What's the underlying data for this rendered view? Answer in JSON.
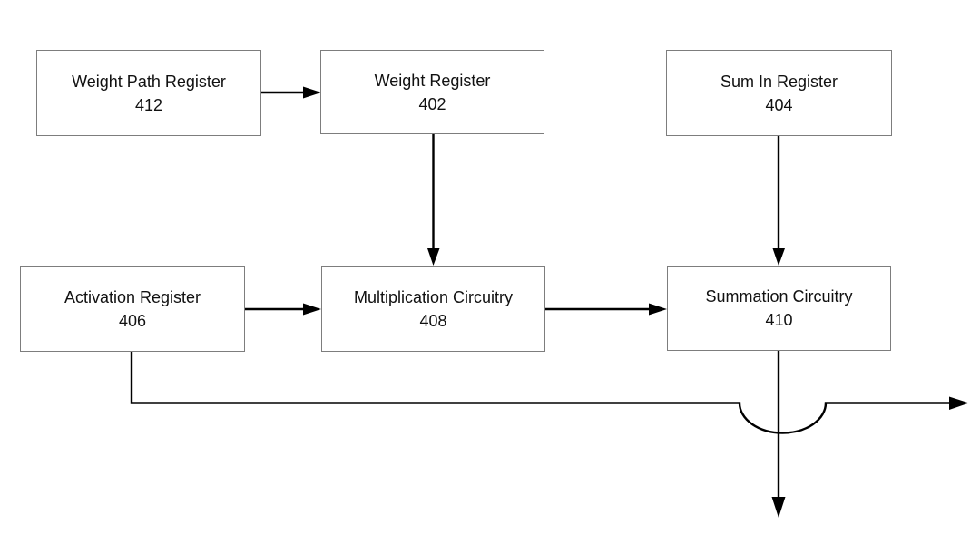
{
  "diagram": {
    "type": "block-diagram",
    "background_color": "#ffffff",
    "box_border_color": "#7d7d7d",
    "line_color": "#000000",
    "text_color": "#111111",
    "nodes": [
      {
        "id": "weight-path-register",
        "label": "Weight Path Register",
        "ref": "412"
      },
      {
        "id": "weight-register",
        "label": "Weight Register",
        "ref": "402"
      },
      {
        "id": "sum-in-register",
        "label": "Sum In Register",
        "ref": "404"
      },
      {
        "id": "activation-register",
        "label": "Activation Register",
        "ref": "406"
      },
      {
        "id": "multiplication-circuitry",
        "label": "Multiplication Circuitry",
        "ref": "408"
      },
      {
        "id": "summation-circuitry",
        "label": "Summation Circuitry",
        "ref": "410"
      }
    ],
    "edges": [
      {
        "from": "weight-path-register",
        "to": "weight-register",
        "style": "arrow-right"
      },
      {
        "from": "weight-register",
        "to": "multiplication-circuitry",
        "style": "arrow-down"
      },
      {
        "from": "sum-in-register",
        "to": "summation-circuitry",
        "style": "arrow-down"
      },
      {
        "from": "activation-register",
        "to": "multiplication-circuitry",
        "style": "arrow-right"
      },
      {
        "from": "multiplication-circuitry",
        "to": "summation-circuitry",
        "style": "arrow-right"
      },
      {
        "from": "activation-register",
        "to": "output-right",
        "style": "arrow-right",
        "note": "routes down then right, hops under the summation output line"
      },
      {
        "from": "summation-circuitry",
        "to": "output-bottom",
        "style": "arrow-down"
      }
    ]
  }
}
